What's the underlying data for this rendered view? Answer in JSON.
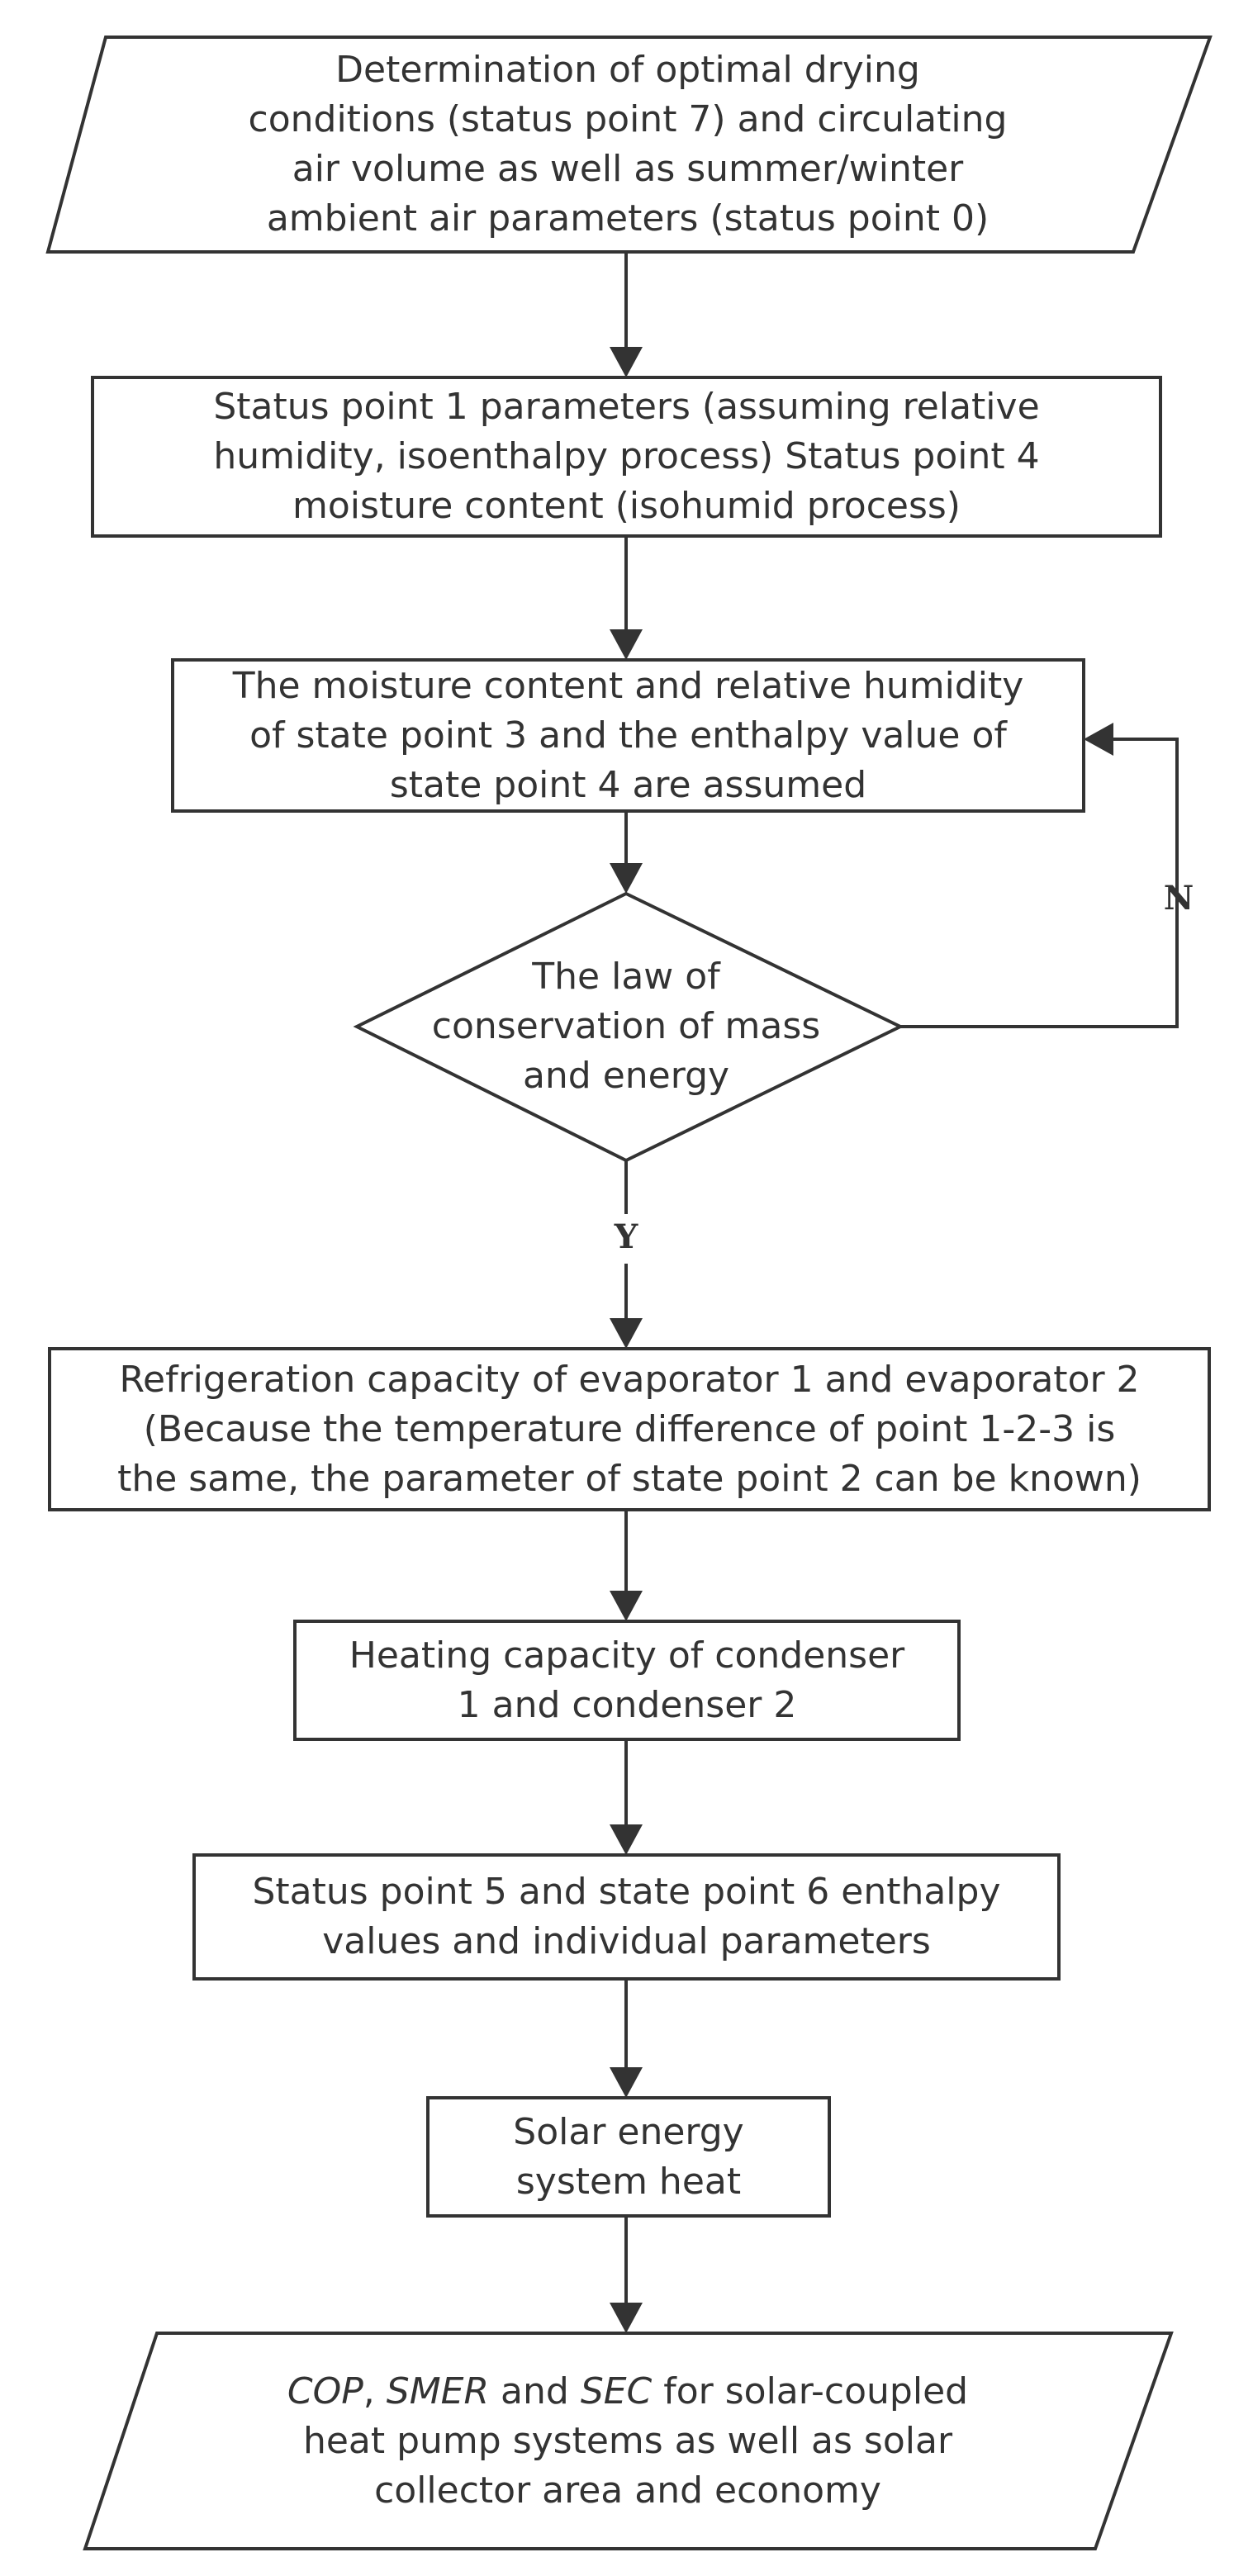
{
  "flowchart": {
    "start": {
      "lines": [
        "Determination of optimal drying",
        "conditions (status point 7) and circulating",
        "air volume as well as summer/winter",
        "ambient air parameters (status point 0)"
      ]
    },
    "step1": {
      "lines": [
        "Status point 1 parameters (assuming relative",
        "humidity, isoenthalpy process) Status point 4",
        "moisture content (isohumid process)"
      ]
    },
    "step2": {
      "lines": [
        "The moisture content and relative humidity",
        "of state point 3 and the enthalpy value of",
        "state point 4 are assumed"
      ]
    },
    "decision": {
      "lines": [
        "The law of",
        "conservation of mass",
        "and energy"
      ],
      "no_label": "N",
      "yes_label": "Y"
    },
    "step3": {
      "lines": [
        "Refrigeration capacity of evaporator 1 and evaporator 2",
        "(Because the temperature difference of point 1-2-3 is",
        "the same, the parameter of state point 2 can be known)"
      ]
    },
    "step4": {
      "lines": [
        "Heating capacity of condenser",
        "1 and condenser 2"
      ]
    },
    "step5": {
      "lines": [
        "Status point 5 and state point 6 enthalpy",
        "values and individual parameters"
      ]
    },
    "step6": {
      "lines": [
        "Solar energy",
        "system heat"
      ]
    },
    "end": {
      "line1": {
        "cop": "COP",
        "sep1": ", ",
        "smer": "SMER",
        "and": " and ",
        "sec": "SEC",
        "rest": " for solar-coupled"
      },
      "line2": "heat pump systems as well as solar",
      "line3": "collector area and economy"
    }
  }
}
